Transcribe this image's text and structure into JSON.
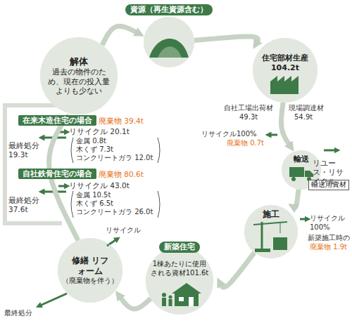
{
  "diagram": {
    "nodes": [
      {
        "text": [
          "資源（再生資源含む）"
        ]
      },
      {
        "text": [
          "住宅部材生産",
          "104.2t"
        ]
      },
      {
        "text": [
          "輸送"
        ]
      },
      {
        "text": [
          "施工"
        ]
      },
      {
        "text": [
          "新築住宅",
          "1棟あたりに使用 される資材101.6t"
        ]
      },
      {
        "text": [
          "修繕 リフォーム",
          "（廃棄物を伴う）"
        ]
      },
      {
        "text": [
          "解体",
          "過去の物件のため、現在の投入量よりも少ない"
        ]
      },
      {
        "text": [
          "在来木造住宅の場合"
        ]
      },
      {
        "text": [
          "自社鉄骨住宅の場合"
        ]
      },
      {
        "text": [
          "輸送用資材"
        ]
      }
    ],
    "edges": [
      {
        "from": 0,
        "to": 1,
        "arrow": "to"
      },
      {
        "from": 1,
        "to": 2,
        "arrow": "to"
      },
      {
        "from": 2,
        "to": 3,
        "arrow": "to"
      },
      {
        "from": 3,
        "to": 4,
        "arrow": "to"
      },
      {
        "from": 4,
        "to": 5,
        "arrow": "to"
      },
      {
        "from": 5,
        "to": 6,
        "arrow": "to"
      },
      {
        "from": 6,
        "to": 0,
        "arrow": "to"
      }
    ],
    "labels": [
      "自社工場出荷材",
      "49.3t",
      "現場調達材",
      "54.9t",
      "リサイクル100%",
      "廃棄物 0.7t",
      "リユース・リサイクル",
      "リサイクル 100%",
      "新築施工時の",
      "廃棄物 1.9t",
      "リサイクル",
      "最終処分",
      "廃棄物 39.4t",
      "リサイクル 20.1t",
      "金属 0.8t",
      "木くず 7.3t",
      "コンクリートガラ 12.0t",
      "最終処分 19.3t",
      "廃棄物 80.6t",
      "リサイクル 43.0t",
      "金属 10.5t",
      "木くず 6.5t",
      "コンクリートガラ 26.0t",
      "最終処分 37.6t"
    ]
  }
}
